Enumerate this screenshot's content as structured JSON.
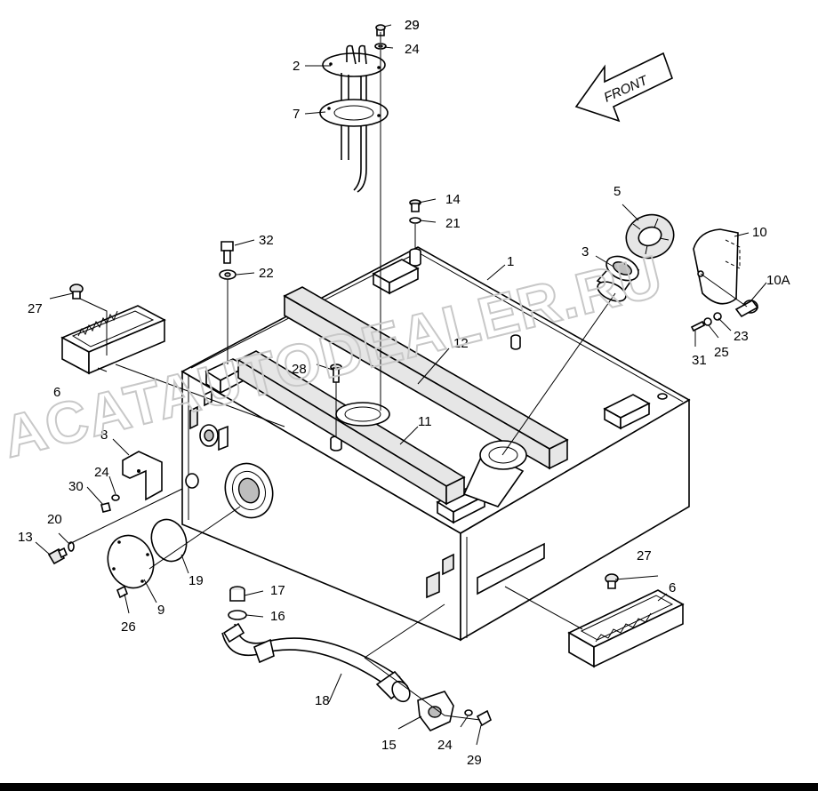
{
  "front_label": "FRONT",
  "watermark": "ACATAUTODEALER.RU",
  "callouts": [
    {
      "id": "1",
      "text": "1"
    },
    {
      "id": "2",
      "text": "2"
    },
    {
      "id": "3",
      "text": "3"
    },
    {
      "id": "5",
      "text": "5"
    },
    {
      "id": "6a",
      "text": "6"
    },
    {
      "id": "6b",
      "text": "6"
    },
    {
      "id": "7",
      "text": "7"
    },
    {
      "id": "8",
      "text": "8"
    },
    {
      "id": "9",
      "text": "9"
    },
    {
      "id": "10",
      "text": "10"
    },
    {
      "id": "10A",
      "text": "10A"
    },
    {
      "id": "11",
      "text": "11"
    },
    {
      "id": "12",
      "text": "12"
    },
    {
      "id": "13",
      "text": "13"
    },
    {
      "id": "14",
      "text": "14"
    },
    {
      "id": "15",
      "text": "15"
    },
    {
      "id": "16",
      "text": "16"
    },
    {
      "id": "17",
      "text": "17"
    },
    {
      "id": "18",
      "text": "18"
    },
    {
      "id": "19",
      "text": "19"
    },
    {
      "id": "20",
      "text": "20"
    },
    {
      "id": "21",
      "text": "21"
    },
    {
      "id": "22",
      "text": "22"
    },
    {
      "id": "23",
      "text": "23"
    },
    {
      "id": "24a",
      "text": "24"
    },
    {
      "id": "24b",
      "text": "24"
    },
    {
      "id": "24c",
      "text": "24"
    },
    {
      "id": "25",
      "text": "25"
    },
    {
      "id": "26",
      "text": "26"
    },
    {
      "id": "27a",
      "text": "27"
    },
    {
      "id": "27b",
      "text": "27"
    },
    {
      "id": "28",
      "text": "28"
    },
    {
      "id": "29a",
      "text": "29"
    },
    {
      "id": "29b",
      "text": "29"
    },
    {
      "id": "30",
      "text": "30"
    },
    {
      "id": "31",
      "text": "31"
    },
    {
      "id": "32",
      "text": "32"
    }
  ]
}
